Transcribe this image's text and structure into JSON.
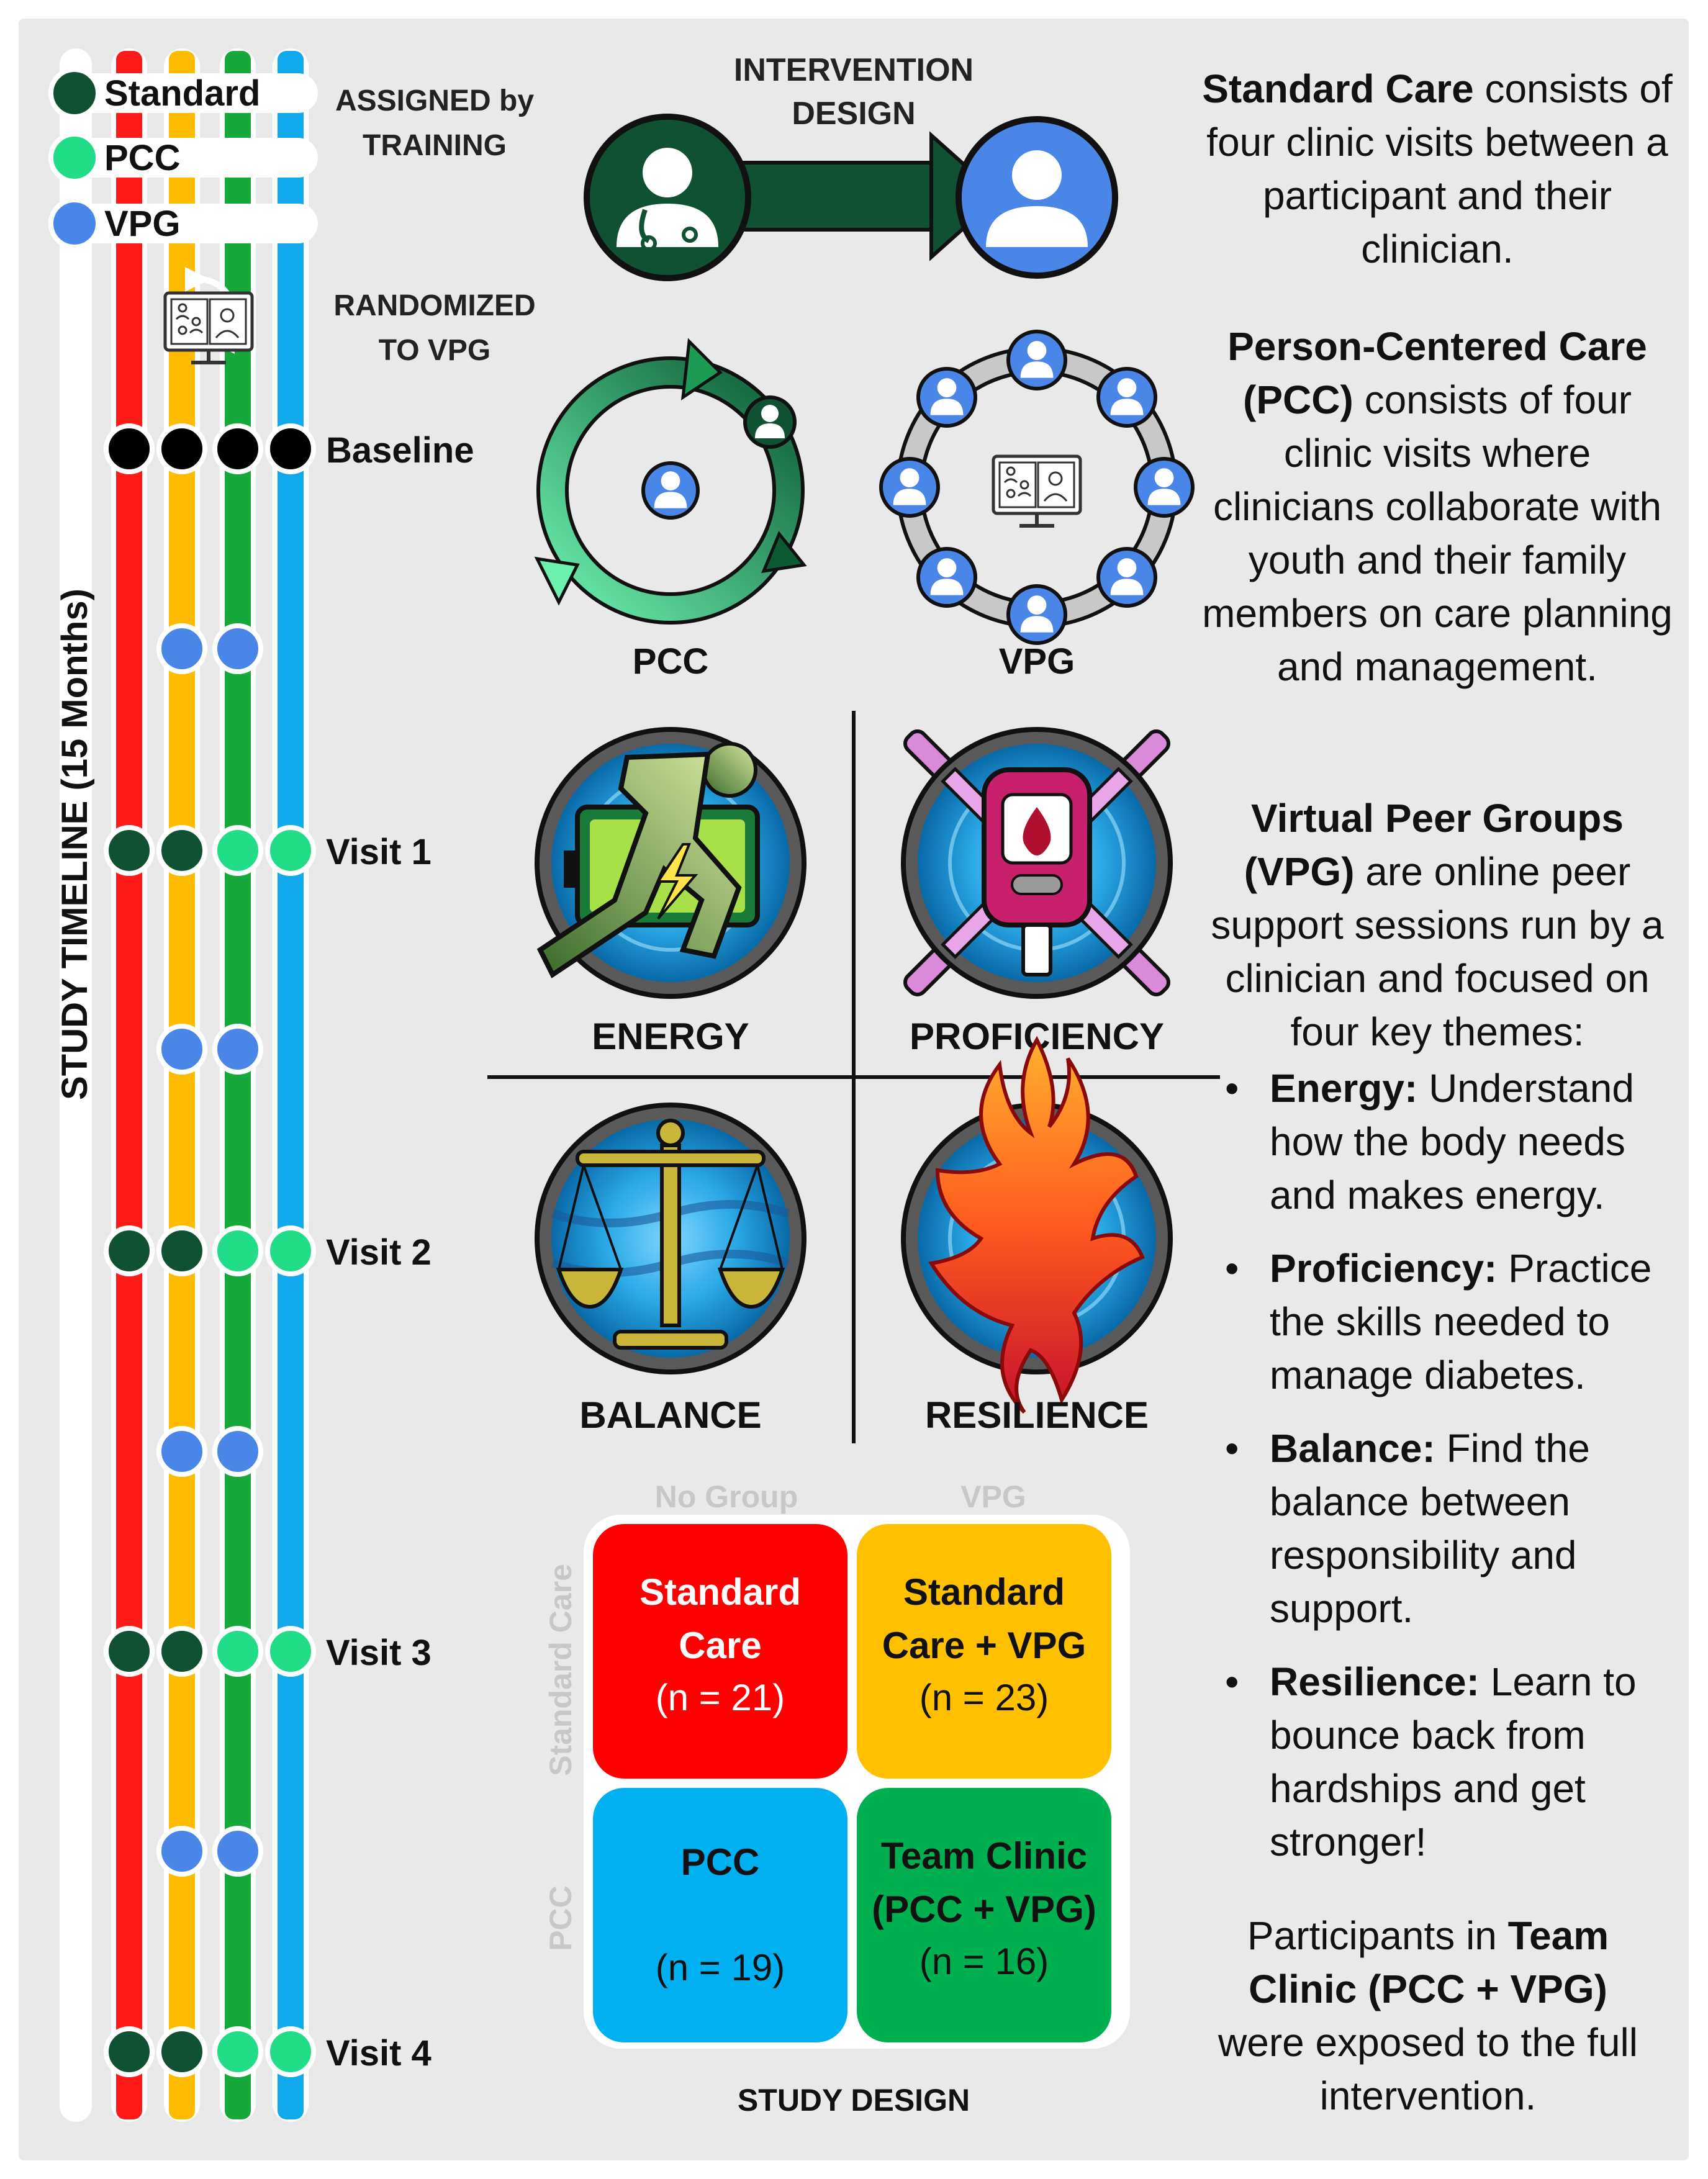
{
  "legend": {
    "groups": [
      {
        "label": "Standard",
        "color": "#0f5132"
      },
      {
        "label": "PCC",
        "color": "#22dd88"
      },
      {
        "label": "VPG",
        "color": "#4a86e8"
      }
    ],
    "assigned_label": "ASSIGNED by TRAINING",
    "randomized_label": "RANDOMIZED TO VPG"
  },
  "timeline": {
    "axis_label": "STUDY TIMELINE (15 Months)",
    "track_colors": [
      "#ff1a1a",
      "#ffbb00",
      "#16a83a",
      "#12a8ec"
    ],
    "milestones": [
      "Baseline",
      "Visit 1",
      "Visit 2",
      "Visit 3",
      "Visit 4"
    ]
  },
  "intervention": {
    "title": "INTERVENTION DESIGN",
    "pcc_label": "PCC",
    "vpg_label": "VPG"
  },
  "themes": [
    {
      "label": "ENERGY"
    },
    {
      "label": "PROFICIENCY"
    },
    {
      "label": "BALANCE"
    },
    {
      "label": "RESILIENCE"
    }
  ],
  "study_design": {
    "title": "STUDY DESIGN",
    "col_labels": [
      "No Group",
      "VPG"
    ],
    "row_labels": [
      "Standard Care",
      "PCC"
    ],
    "cells": [
      {
        "name": "Standard Care",
        "n": "(n = 21)",
        "color": "#ff0000"
      },
      {
        "name": "Standard Care + VPG",
        "n": "(n = 23)",
        "color": "#ffc000"
      },
      {
        "name": "PCC",
        "n": "(n = 19)",
        "color": "#00b0f0"
      },
      {
        "name": "Team Clinic (PCC + VPG)",
        "n": "(n = 16)",
        "color": "#00b050"
      }
    ]
  },
  "descriptions": {
    "standard": {
      "bold": "Standard Care",
      "text": " consists of four clinic visits between a participant and their clinician."
    },
    "pcc": {
      "bold": "Person-Centered Care (PCC)",
      "text": " consists of four clinic visits where clinicians collaborate with youth and their family members on care planning and management."
    },
    "vpg": {
      "bold": "Virtual Peer Groups (VPG)",
      "text": " are online peer support sessions run by a clinician and focused on four key themes:"
    },
    "bullets": [
      {
        "bold": "Energy:",
        "text": " Understand how the body needs and makes energy."
      },
      {
        "bold": "Proficiency:",
        "text": " Practice the skills needed to manage diabetes."
      },
      {
        "bold": "Balance:",
        "text": " Find the balance between responsibility and support."
      },
      {
        "bold": "Resilience:",
        "text": " Learn to bounce back from hardships and get stronger!"
      }
    ],
    "closing": {
      "pre": "Participants in ",
      "bold": "Team Clinic (PCC + VPG)",
      "post": " were exposed to the full intervention."
    }
  }
}
